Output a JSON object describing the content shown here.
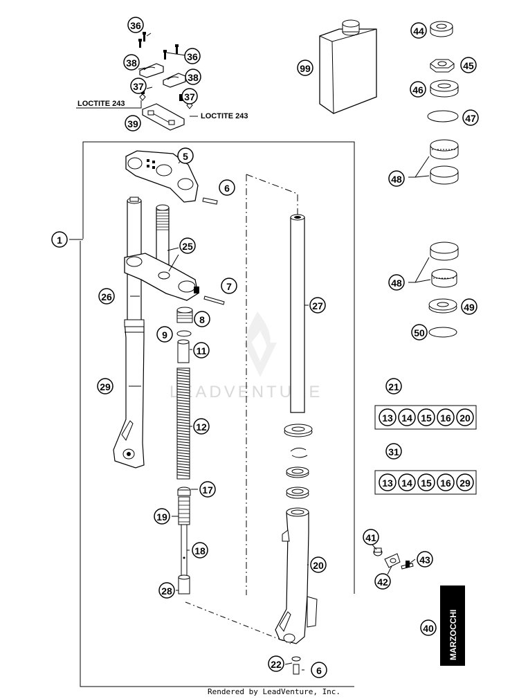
{
  "callouts": {
    "c1": "1",
    "c5": "5",
    "c6a": "6",
    "c6b": "6",
    "c7": "7",
    "c8": "8",
    "c9": "9",
    "c11": "11",
    "c12": "12",
    "c17": "17",
    "c18": "18",
    "c19": "19",
    "c20": "20",
    "c21": "21",
    "c22": "22",
    "c25": "25",
    "c26": "26",
    "c27": "27",
    "c28": "28",
    "c29": "29",
    "c31": "31",
    "c36a": "36",
    "c36b": "36",
    "c37a": "37",
    "c37b": "37",
    "c38a": "38",
    "c38b": "38",
    "c39": "39",
    "c40": "40",
    "c41": "41",
    "c42": "42",
    "c43": "43",
    "c44": "44",
    "c45": "45",
    "c46": "46",
    "c47": "47",
    "c48a": "48",
    "c48b": "48",
    "c49": "49",
    "c50": "50",
    "c99": "99"
  },
  "kits": {
    "kit21": [
      "13",
      "14",
      "15",
      "16",
      "20"
    ],
    "kit31": [
      "13",
      "14",
      "15",
      "16",
      "29"
    ]
  },
  "labels": {
    "loctite_left": "LOCTITE 243",
    "loctite_right": "LOCTITE 243",
    "brand": "MARZOCCHI",
    "watermark": "LEADVENTURE",
    "footer": "Rendered by LeadVenture, Inc."
  }
}
